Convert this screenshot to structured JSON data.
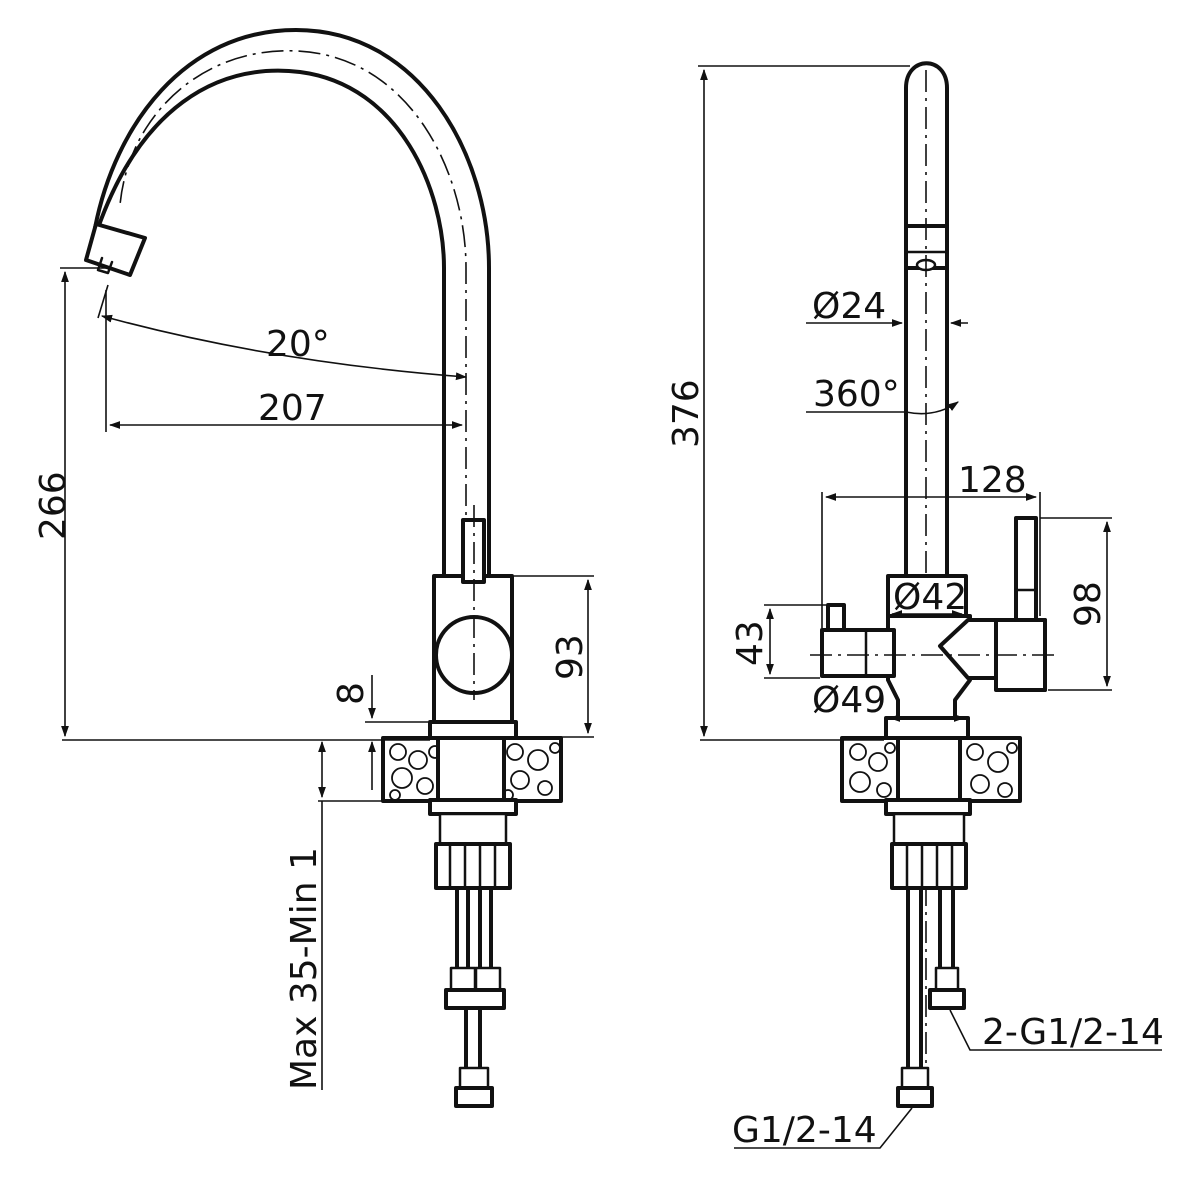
{
  "left_view": {
    "height_label": "266",
    "angle_label": "20°",
    "reach_label": "207",
    "lever_height_label": "93",
    "flange_label": "8",
    "counter_thickness_label": "Max 35-Min 1"
  },
  "right_view": {
    "total_height_label": "376",
    "spout_diameter_label": "Ø24",
    "rotation_label": "360°",
    "width_label": "128",
    "body_diameter_label": "Ø42",
    "valve_height_label": "43",
    "handle_height_label": "98",
    "base_diameter_label": "Ø49",
    "hose_pair_label": "2-G1/2-14",
    "hose_single_label": "G1/2-14"
  }
}
